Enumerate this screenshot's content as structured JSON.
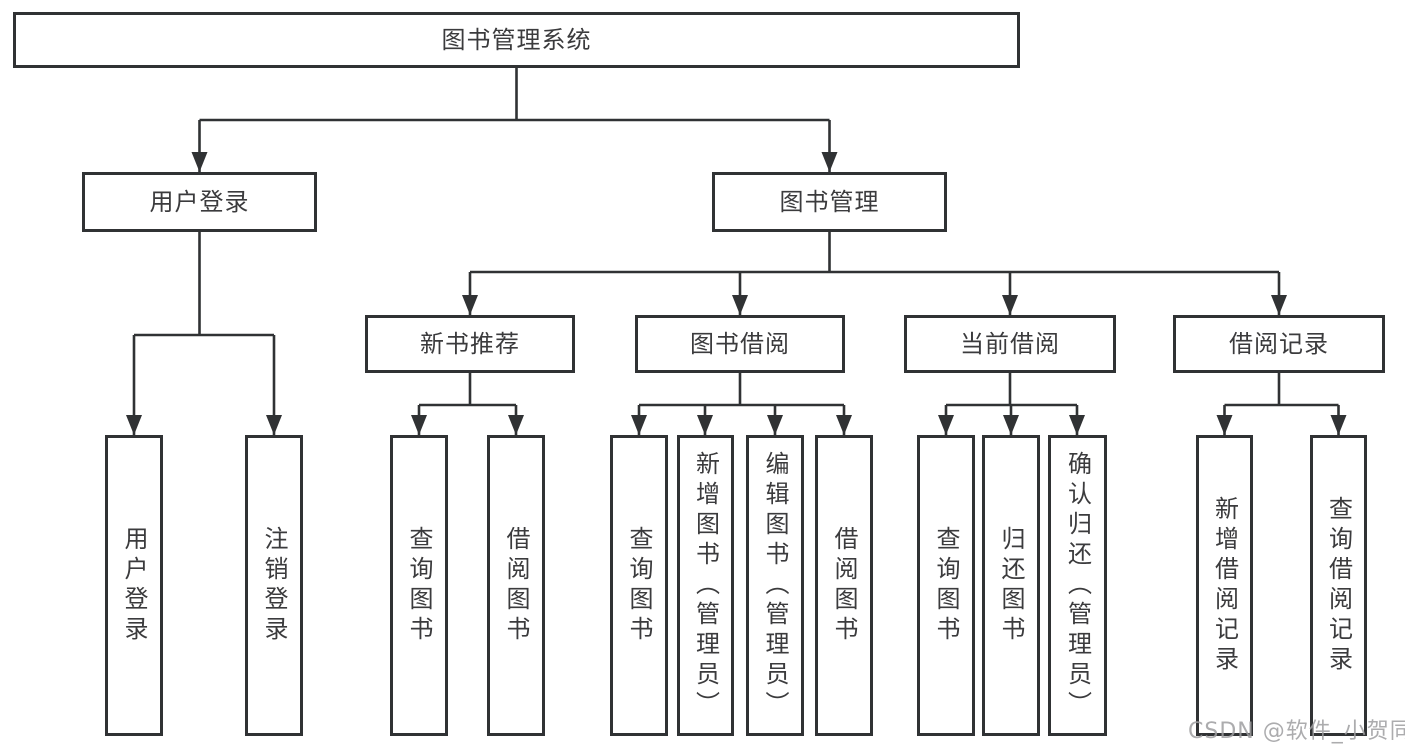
{
  "diagram": {
    "root": {
      "label": "图书管理系统"
    },
    "branches": [
      {
        "label": "用户登录",
        "children": [
          {
            "label": "用户登录"
          },
          {
            "label": "注销登录"
          }
        ]
      },
      {
        "label": "图书管理",
        "children": [
          {
            "label": "新书推荐",
            "children": [
              {
                "label": "查询图书"
              },
              {
                "label": "借阅图书"
              }
            ]
          },
          {
            "label": "图书借阅",
            "children": [
              {
                "label": "查询图书"
              },
              {
                "label": "新增图书（管理员）"
              },
              {
                "label": "编辑图书（管理员）"
              },
              {
                "label": "借阅图书"
              }
            ]
          },
          {
            "label": "当前借阅",
            "children": [
              {
                "label": "查询图书"
              },
              {
                "label": "归还图书"
              },
              {
                "label": "确认归还（管理员）"
              }
            ]
          },
          {
            "label": "借阅记录",
            "children": [
              {
                "label": "新增借阅记录"
              },
              {
                "label": "查询借阅记录"
              }
            ]
          }
        ]
      }
    ],
    "watermark": "CSDN @软件_小贺同学",
    "colors": {
      "background": "#ffffff",
      "border": "#303234",
      "line": "#303234",
      "text": "#3b3b3d",
      "watermark": "#9e9ea0"
    }
  }
}
